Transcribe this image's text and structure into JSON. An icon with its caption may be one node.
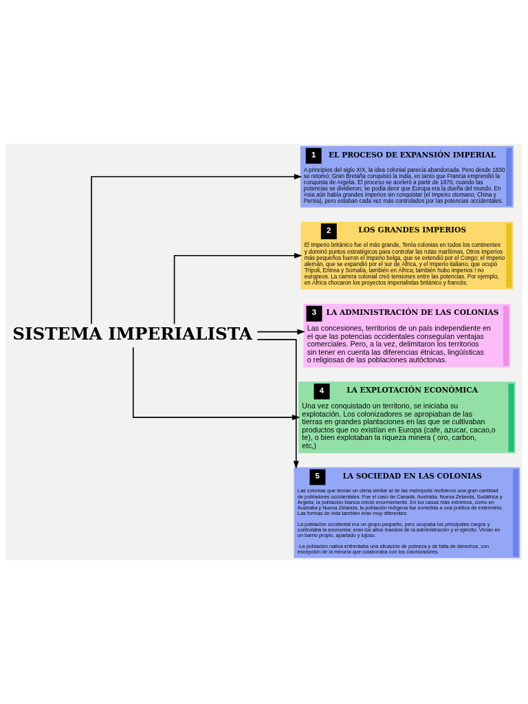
{
  "diagram": {
    "nodes": [
      {
        "text": [
          "SISTEMA IMPERIALISTA"
        ]
      },
      {
        "text": [
          "1",
          "EL PROCESO DE EXPANSIÓN IMPERIAL",
          "A principios del siglo XIX, la idea colonial parecía abandonada. Pero desde 1830 se retomó: Gran Bretaña conquistó la India, en tanto que Francia emprendió la conquista de Argelia. El proceso se aceleró a partir de 1870, cuando las potencias se dividieron; se podía decir que Europa era la dueña del mundo. En Asia aún había grandes imperios sin conquistar (el Imperio otomano, China y Persia), pero estaban cada vez más controlados por las potencias occidentales."
        ]
      },
      {
        "text": [
          "2",
          "LOS GRANDES IMPERIOS",
          "El Imperio británico fue el más grande, Tenía colonias en todos los continentes y dominó puntos estratégicos para controlar las rutas marítimas, Otros imperios más pequeños fueron el Imperio belga, que se extendió por el Congo; el Imperio alemán, que se expandió por el sur de África, y el Imperio italiano, que ocupó Trípoli, Eritrea y Somalia, también en África; también hubo imperios ! no europeos. La carrera colonial creó tensiones entre las potencias. Por ejemplo, en África chocaron los proyectos imperialistas británico y francés."
        ]
      },
      {
        "text": [
          "3",
          "LA ADMINISTRACIÓN DE LAS COLONIAS",
          "Las concesiones, territorios de un país independiente en el que las potencias occidentales conseguían ventajas comerciales. Pero, a la vez, delimitaron los territorios sin tener en cuenta las diferencias étnicas, lingüísticas o religiosas de las poblaciones autóctonas."
        ]
      },
      {
        "text": [
          "4",
          "LA EXPLOTACIÓN ECONÓMICA",
          "Una vez conquistado un territorio, se iniciaba su explotación. Los colonizadores se apropiaban de las tierras en grandes plantaciones en las que se cultivaban productos que no existían en Europa (cafe, azucar, cacao,o te), o bien explotaban la riqueza minera ( oro, carbon, etc,)"
        ]
      },
      {
        "text": [
          "5",
          "LA SOCIEDAD EN LAS COLONIAS",
          "Las colonias que tenían un clima similar al de las metrópolis recibieron una gran cantidad de pobladores occidentales. Fue el caso de Canadá, Australia, Nueva Zelanda, Sudáfrica y Argelia; la población blanca creció enormemente. En los casos más extremos, como en Australia y Nueva Zelanda, la población indígena fue sometida a una política de exterminio. Las formas de vida también eran muy diferentes:",
          "La población occidental era un grupo pequeño, pero ocupaba los principales cargos y controlaba la economía: eran los altos mandos de la administración y el ejército. Vivían en un barrio propio, apartado y lujoso.",
          "·La población nativa enfrentaba una situación de pobreza y de falta de derechos, con excepción de la minoría que colaboraba con los colonizadores."
        ]
      }
    ],
    "edges": [
      {
        "from": 0,
        "to": 1,
        "arrow": "to"
      },
      {
        "from": 0,
        "to": 2,
        "arrow": "to"
      },
      {
        "from": 0,
        "to": 3,
        "arrow": "to"
      },
      {
        "from": 0,
        "to": 4,
        "arrow": "to"
      },
      {
        "from": 0,
        "to": 5,
        "arrow": "to"
      }
    ]
  }
}
